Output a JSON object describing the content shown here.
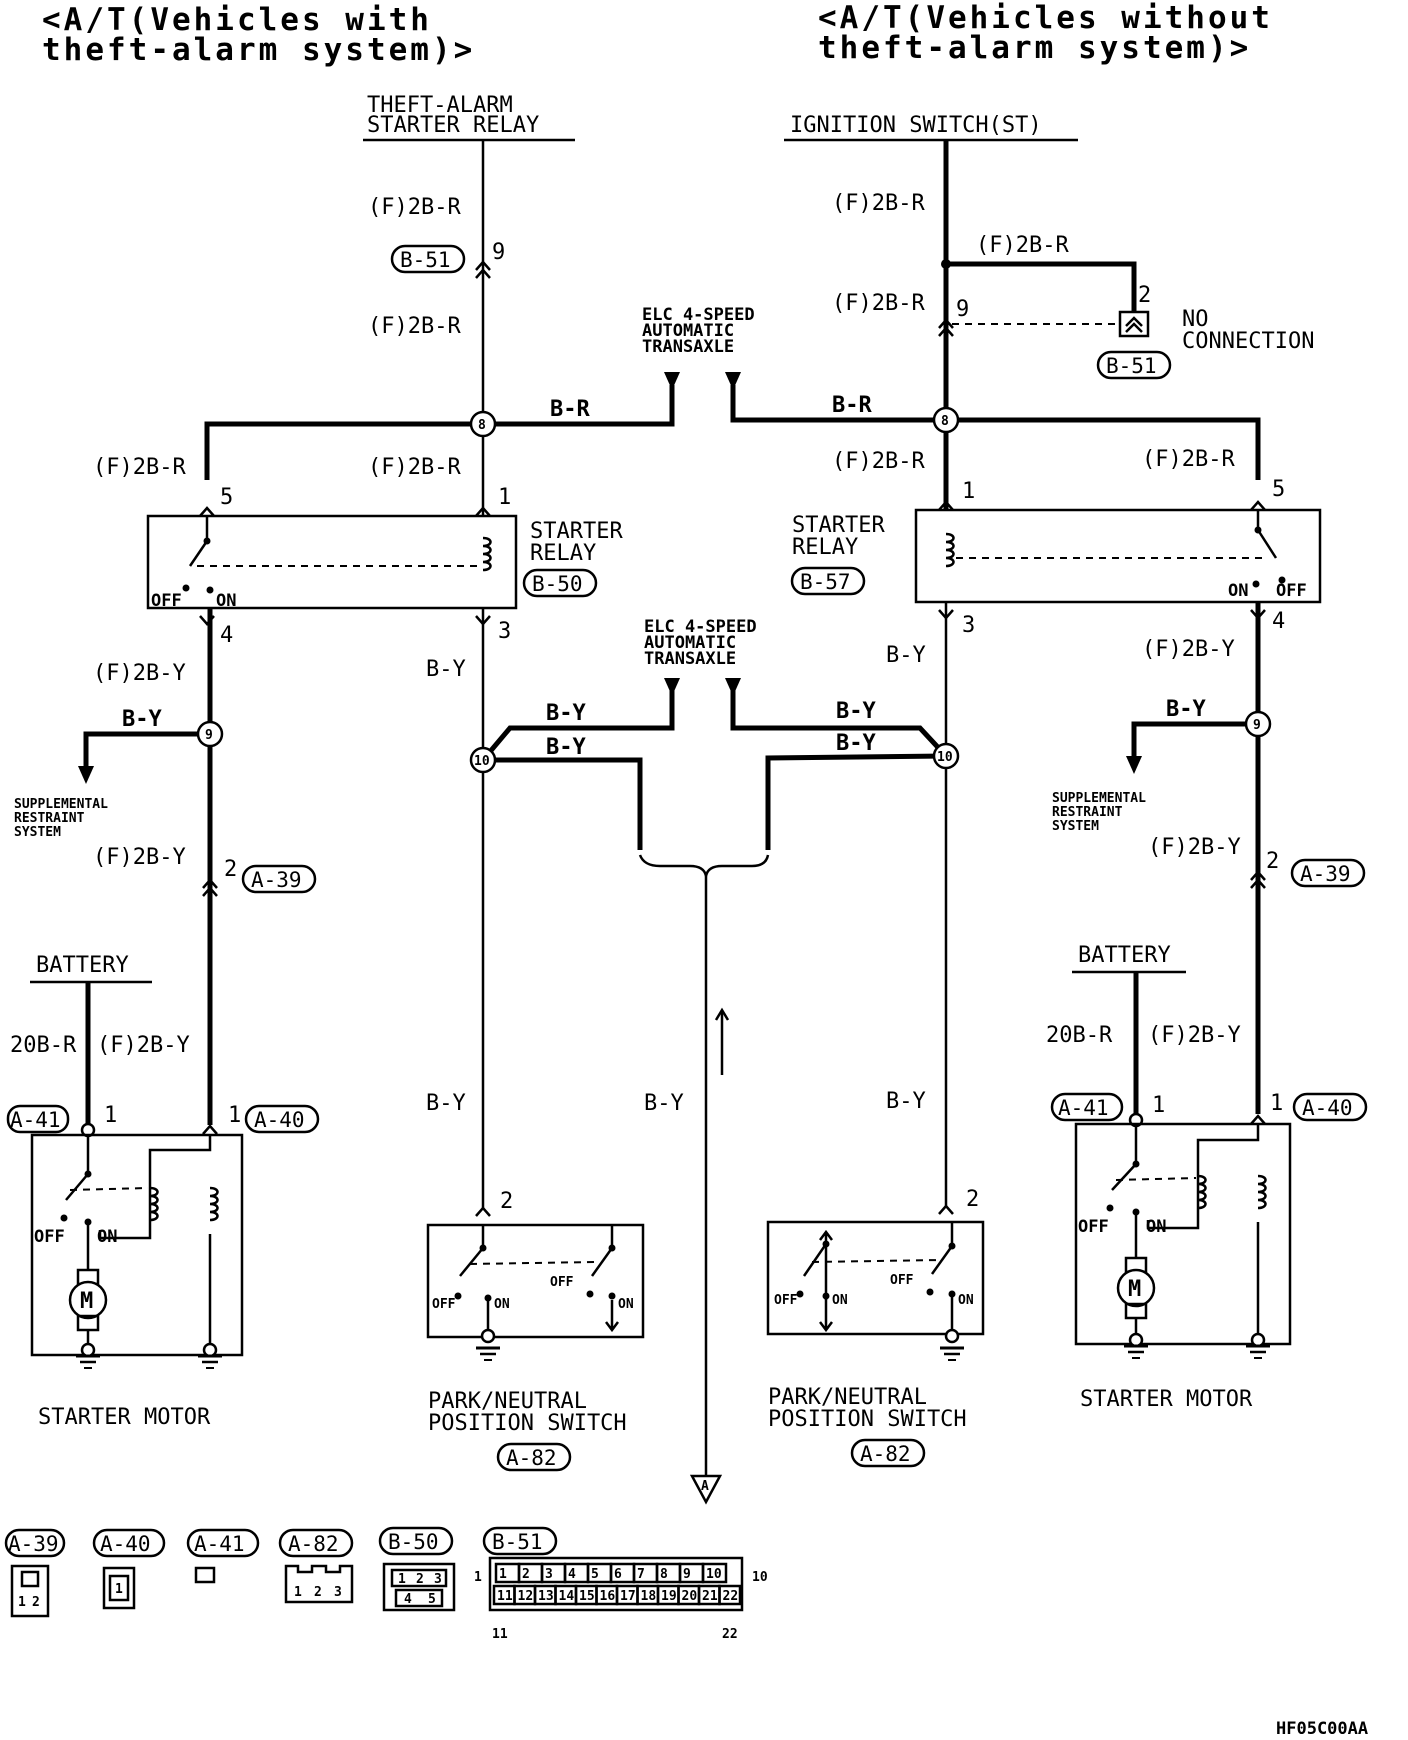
{
  "left_header": [
    "<A/T(Vehicles with",
    "theft-alarm system)>"
  ],
  "right_header": [
    "<A/T(Vehicles without",
    "theft-alarm system)>"
  ],
  "left": {
    "source": [
      "THEFT-ALARM",
      "STARTER RELAY"
    ],
    "wire_2br": "(F)2B-R",
    "conn_b51": "B-51",
    "pin_9": "9",
    "wire_br": "B-R",
    "junction_8": "8",
    "pin_5": "5",
    "pin_1": "1",
    "relay_name": [
      "STARTER",
      "RELAY"
    ],
    "relay_conn": "B-50",
    "off": "OFF",
    "on": "ON",
    "pin_4": "4",
    "pin_3": "3",
    "wire_2by": "(F)2B-Y",
    "wire_by": "B-Y",
    "junction_9": "9",
    "junction_10": "10",
    "srs": [
      "SUPPLEMENTAL",
      "RESTRAINT",
      "SYSTEM"
    ],
    "pin_2": "2",
    "conn_a39": "A-39",
    "battery": "BATTERY",
    "wire_20br": "20B-R",
    "conn_a41": "A-41",
    "conn_a40": "A-40",
    "pin_1m": "1",
    "motor_name": "STARTER MOTOR",
    "motor_symbol": "M",
    "pns_name": [
      "PARK/NEUTRAL",
      "POSITION SWITCH"
    ],
    "pns_conn": "A-82",
    "pns_pin": "2"
  },
  "right": {
    "source": "IGNITION SWITCH(ST)",
    "wire_2br": "(F)2B-R",
    "pin_9": "9",
    "pin_2": "2",
    "no_connection": [
      "NO",
      "CONNECTION"
    ],
    "conn_b51": "B-51",
    "wire_br": "B-R",
    "junction_8": "8",
    "pin_1": "1",
    "pin_5": "5",
    "relay_name": [
      "STARTER",
      "RELAY"
    ],
    "relay_conn": "B-57",
    "on": "ON",
    "off": "OFF",
    "pin_3": "3",
    "pin_4": "4",
    "wire_by": "B-Y",
    "wire_2by": "(F)2B-Y",
    "junction_9": "9",
    "junction_10": "10",
    "srs": [
      "SUPPLEMENTAL",
      "RESTRAINT",
      "SYSTEM"
    ],
    "pin_2b": "2",
    "conn_a39": "A-39",
    "battery": "BATTERY",
    "wire_20br": "20B-R",
    "conn_a41": "A-41",
    "conn_a40": "A-40",
    "pin_1m": "1",
    "motor_name": "STARTER MOTOR",
    "motor_symbol": "M",
    "pns_name": [
      "PARK/NEUTRAL",
      "POSITION SWITCH"
    ],
    "pns_conn": "A-82",
    "pns_pin": "2"
  },
  "center": {
    "transaxle": [
      "ELC 4-SPEED",
      "AUTOMATIC",
      "TRANSAXLE"
    ],
    "wire_by": "B-Y",
    "ref_a": "A"
  },
  "legend": {
    "connectors": [
      "A-39",
      "A-40",
      "A-41",
      "A-82",
      "B-50",
      "B-51"
    ],
    "a39_pins": [
      "1",
      "2"
    ],
    "a40_pins": [
      "1"
    ],
    "a82_pins": [
      "1",
      "2",
      "3"
    ],
    "b50_pins": [
      "1",
      "2",
      "3",
      "4",
      "5"
    ],
    "b51_top": [
      "1",
      "2",
      "3",
      "4",
      "5",
      "6",
      "7",
      "8",
      "9",
      "10"
    ],
    "b51_bottom": [
      "11",
      "12",
      "13",
      "14",
      "15",
      "16",
      "17",
      "18",
      "19",
      "20",
      "21",
      "22"
    ],
    "b51_callouts": [
      "1",
      "10",
      "11",
      "22"
    ]
  },
  "figure_code": "HF05C00AA"
}
